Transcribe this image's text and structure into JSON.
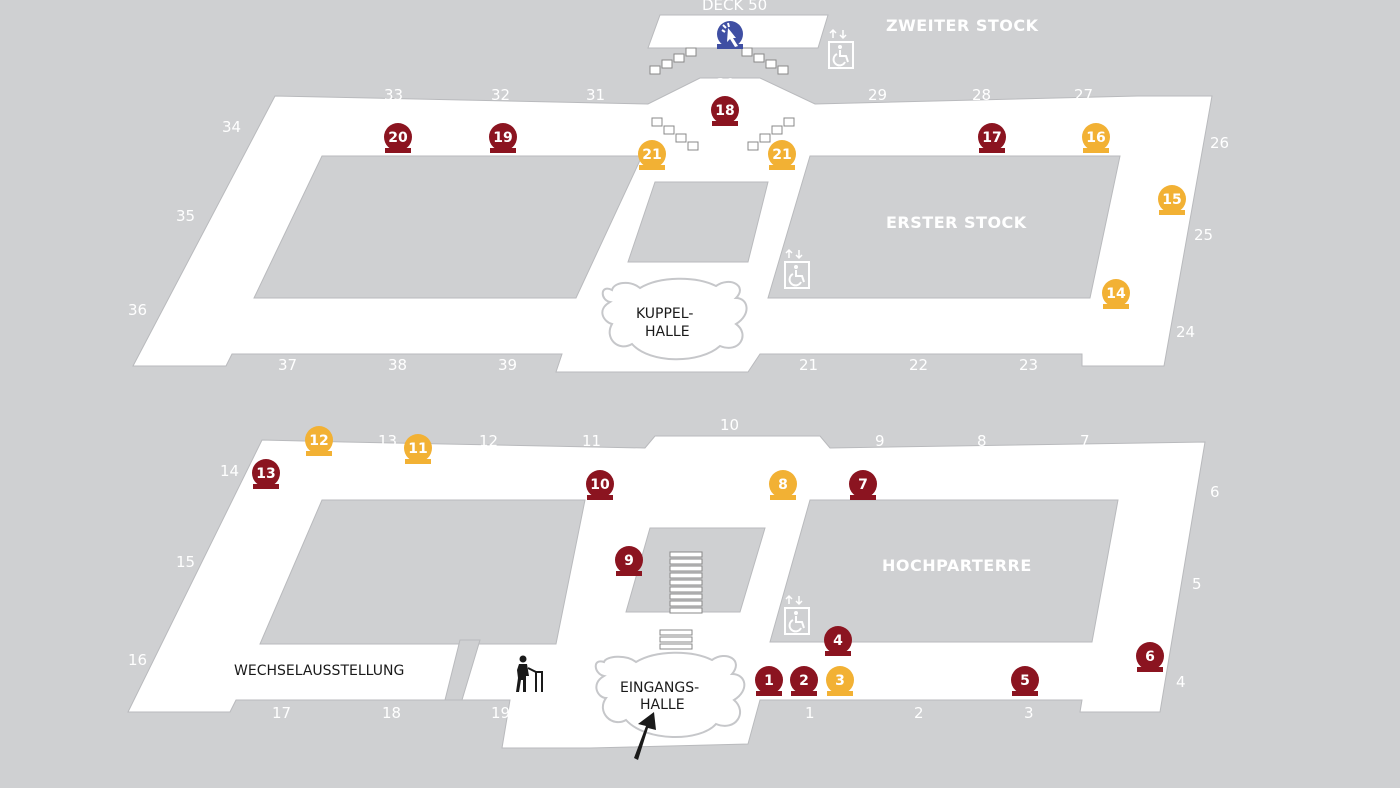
{
  "colors": {
    "background": "#cfd0d2",
    "floor": "#ffffff",
    "highlight_dark_red": "#8b1420",
    "highlight_yellow": "#f2b134",
    "deck_blue": "#3f4fa3",
    "room_number_text": "#ffffff"
  },
  "labels": {
    "deck": "DECK 50",
    "zweiter_stock": "ZWEITER STOCK",
    "erster_stock": "ERSTER STOCK",
    "hochparterre": "HOCHPARTERRE",
    "kuppelhalle_1": "KUPPEL-",
    "kuppelhalle_2": "HALLE",
    "eingangshalle_1": "EINGANGS-",
    "eingangshalle_2": "HALLE",
    "wechselausstellung": "WECHSELAUSSTELLUNG"
  },
  "icons": {
    "elevator": "wheelchair-elevator-icon",
    "deck": "touch-hand-icon",
    "senior": "senior-with-walker-icon",
    "entrance": "entrance-arrow-icon"
  },
  "room_numbers_upper": [
    "33",
    "32",
    "31",
    "30",
    "29",
    "28",
    "27",
    "34",
    "26",
    "35",
    "25",
    "36",
    "24",
    "37",
    "38",
    "39",
    "21",
    "22",
    "23"
  ],
  "room_numbers_lower": [
    "10",
    "13",
    "12",
    "11",
    "9",
    "8",
    "7",
    "14",
    "6",
    "15",
    "5",
    "16",
    "4",
    "17",
    "18",
    "19",
    "1",
    "2",
    "3"
  ],
  "pins": [
    {
      "id": "pin-1",
      "label": "1",
      "color": "dark-red"
    },
    {
      "id": "pin-2",
      "label": "2",
      "color": "dark-red"
    },
    {
      "id": "pin-3",
      "label": "3",
      "color": "yellow"
    },
    {
      "id": "pin-4",
      "label": "4",
      "color": "dark-red"
    },
    {
      "id": "pin-5",
      "label": "5",
      "color": "dark-red"
    },
    {
      "id": "pin-6",
      "label": "6",
      "color": "dark-red"
    },
    {
      "id": "pin-7",
      "label": "7",
      "color": "dark-red"
    },
    {
      "id": "pin-8",
      "label": "8",
      "color": "yellow"
    },
    {
      "id": "pin-9",
      "label": "9",
      "color": "dark-red"
    },
    {
      "id": "pin-10",
      "label": "10",
      "color": "dark-red"
    },
    {
      "id": "pin-11",
      "label": "11",
      "color": "yellow"
    },
    {
      "id": "pin-12",
      "label": "12",
      "color": "yellow"
    },
    {
      "id": "pin-13",
      "label": "13",
      "color": "dark-red"
    },
    {
      "id": "pin-14",
      "label": "14",
      "color": "yellow"
    },
    {
      "id": "pin-15",
      "label": "15",
      "color": "yellow"
    },
    {
      "id": "pin-16",
      "label": "16",
      "color": "yellow"
    },
    {
      "id": "pin-17",
      "label": "17",
      "color": "dark-red"
    },
    {
      "id": "pin-18",
      "label": "18",
      "color": "dark-red"
    },
    {
      "id": "pin-19",
      "label": "19",
      "color": "dark-red"
    },
    {
      "id": "pin-20",
      "label": "20",
      "color": "dark-red"
    },
    {
      "id": "pin-21a",
      "label": "21",
      "color": "yellow"
    },
    {
      "id": "pin-21b",
      "label": "21",
      "color": "yellow"
    }
  ]
}
